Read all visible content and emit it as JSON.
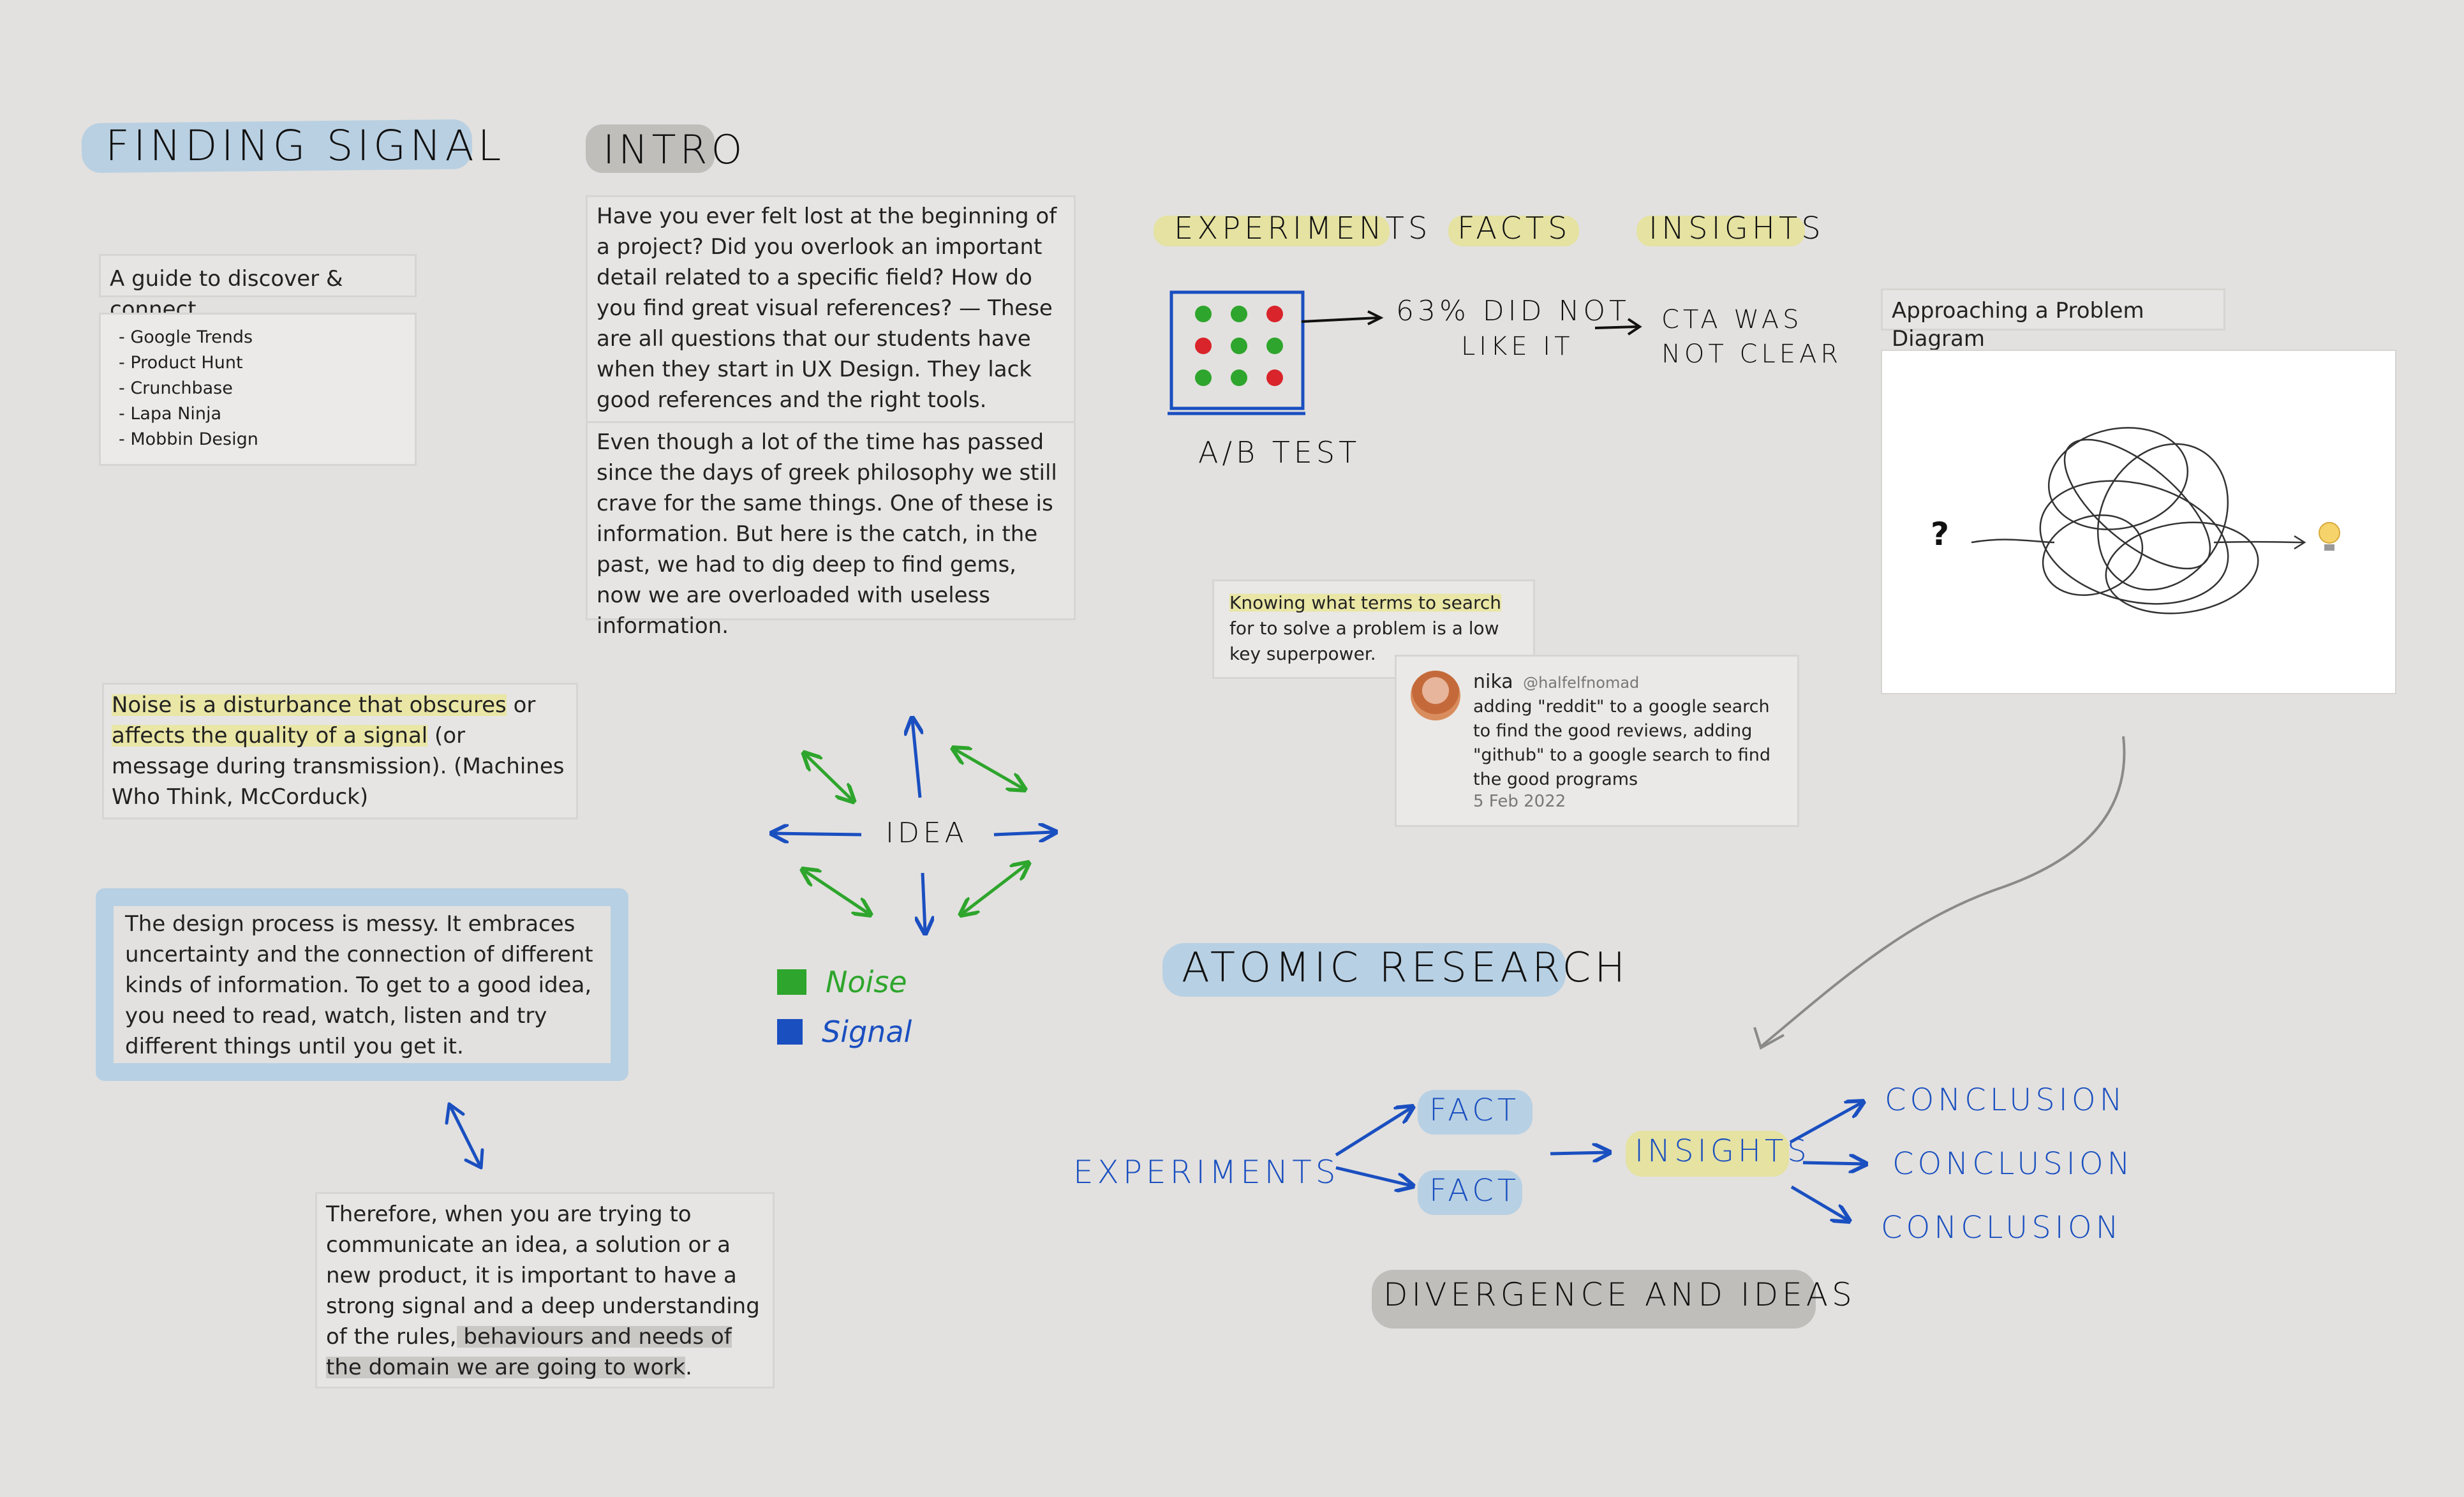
{
  "title": "FINDING SIGNAL",
  "intro": {
    "heading": "INTRO",
    "para1": "Have you ever felt lost at the beginning of a project? Did you overlook an important detail related to a specific field? How do you find great visual references? — These are all questions that our students have when they start in UX Design. They lack good references and the right tools.",
    "para2": "Even though a lot of the time has passed since the days of greek philosophy we still crave for the same things. One of these is information. But here is the catch, in the past, we had to dig deep to find gems, now we are overloaded with useless information."
  },
  "guide": {
    "label": "A guide to discover & connect",
    "items": [
      "- Google Trends",
      "- Product Hunt",
      "- Crunchbase",
      "- Lapa Ninja",
      "- Mobbin Design"
    ]
  },
  "noise_quote": {
    "hl1": "Noise is a disturbance that obscures",
    "t1": " or ",
    "hl2": "affects the quality of a signal",
    "t2": " (or message during transmission). (Machines Who Think, McCorduck)"
  },
  "design_process": "The design process is messy. It embraces uncertainty and the connection of different kinds of information. To get to a good idea, you need to read, watch, listen and try different things until you get it.",
  "therefore": {
    "t1": "Therefore, when you are trying to communicate an idea, a solution or a new product, it is important to have a strong signal and a deep understanding of the rules,",
    "hl": " behaviours and needs of the domain we are going to work",
    "t2": "."
  },
  "idea_diagram": {
    "center": "IDEA",
    "legend": [
      {
        "label": "Noise",
        "color": "#2ea52c"
      },
      {
        "label": "Signal",
        "color": "#1a4fc0"
      }
    ]
  },
  "experiments_sketch": {
    "headers": [
      "EXPERIMENTS",
      "FACTS",
      "INSIGHTS"
    ],
    "ab_label": "A/B TEST",
    "fact_lines": [
      "63% DID NOT",
      "LIKE IT"
    ],
    "insight_lines": [
      "CTA WAS",
      "NOT CLEAR"
    ]
  },
  "search_note": {
    "hl": "Knowing what terms to search",
    "text": " for to solve a problem is a low key superpower."
  },
  "tweet": {
    "name": "nika",
    "handle": "@halfelfnomad",
    "text": "adding \"reddit\" to a google search to find the good reviews, adding \"github\" to a google search to find the good programs",
    "date": "5 Feb 2022"
  },
  "problem_diagram": {
    "label": "Approaching a Problem Diagram",
    "start": "?"
  },
  "atomic": {
    "title": "ATOMIC RESEARCH",
    "experiments": "EXPERIMENTS",
    "facts": [
      "FACT",
      "FACT"
    ],
    "insights": "INSIGHTS",
    "conclusions": [
      "CONCLUSION",
      "CONCLUSION",
      "CONCLUSION"
    ],
    "footer": "DIVERGENCE AND IDEAS"
  },
  "colors": {
    "blue_highlight": "#b8d0e3",
    "yellow_highlight": "#e5e2a2",
    "grey_highlight": "#bfbebb",
    "signal_blue": "#1a4fc0",
    "noise_green": "#2ea52c",
    "dot_red": "#d8242a"
  }
}
